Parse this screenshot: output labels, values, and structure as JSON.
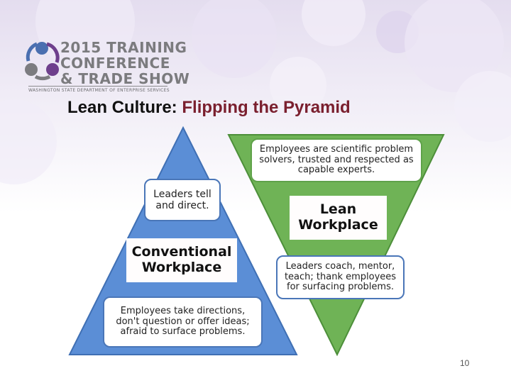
{
  "header": {
    "logo_line1": "2015 TRAINING",
    "logo_line2": "CONFERENCE",
    "logo_line3": "& TRADE SHOW",
    "logo_tagline": "WASHINGTON STATE DEPARTMENT OF ENTERPRISE SERVICES"
  },
  "title": {
    "part1": "Lean Culture:",
    "part2": "Flipping the Pyramid"
  },
  "conventional": {
    "top_box": "Leaders tell and direct.",
    "label": "Conventional Workplace",
    "bottom_box": "Employees take directions, don't question or offer ideas; afraid to surface problems."
  },
  "lean": {
    "top_box": "Employees are scientific problem solvers, trusted and respected as capable experts.",
    "label": "Lean Workplace",
    "bottom_box": "Leaders coach, mentor, teach; thank employees for surfacing problems."
  },
  "colors": {
    "blue_pyramid": "#5b8ed6",
    "green_pyramid": "#6fb356",
    "title_accent": "#7a1f2e"
  },
  "page_number": "10"
}
